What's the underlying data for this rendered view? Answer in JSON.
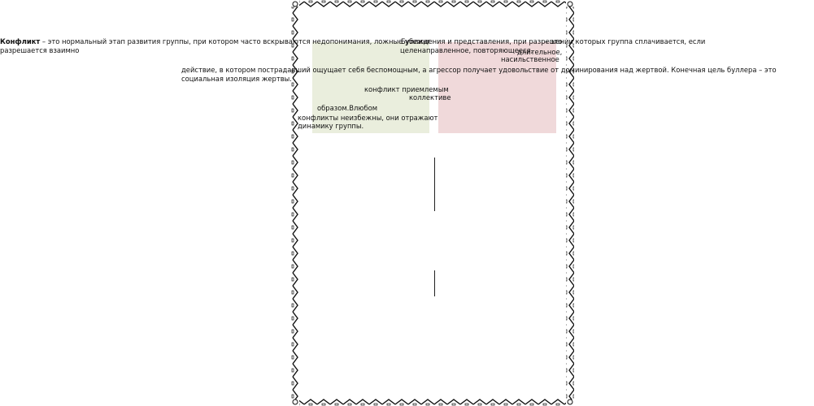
{
  "left_column": {
    "term": "Конфликт",
    "line1_rest": " – это нормальный этап развития группы, при котором часто вскрываются недопонимания, ложные убеждения и представления, при разрешении которых группа сплачивается, если",
    "line2": "разрешается  взаимно"
  },
  "right_column": {
    "term": "Буллинг",
    "line1_rest": " – это",
    "line2": "целенаправленное, повторяющееся,",
    "line2_end": "длительное,",
    "line3": "насильственное",
    "line4": "действие, в котором пострадавший ощущает себя беспомощным, а агрессор получает удовольствие от доминирования над жертвой. Конечная  цель  буллера  – это",
    "line5": "социальная изоляция жертвы."
  },
  "green_panel": {
    "line1": "конфликт приемлемым",
    "line2": "коллективе",
    "line3": "образом.Влюбом",
    "line4": "конфликты неизбежны, они отражают",
    "line5": "динамику группы."
  },
  "colors": {
    "green_panel": "#eaeedd",
    "pink_panel": "#f0d9da",
    "border": "#111111"
  }
}
